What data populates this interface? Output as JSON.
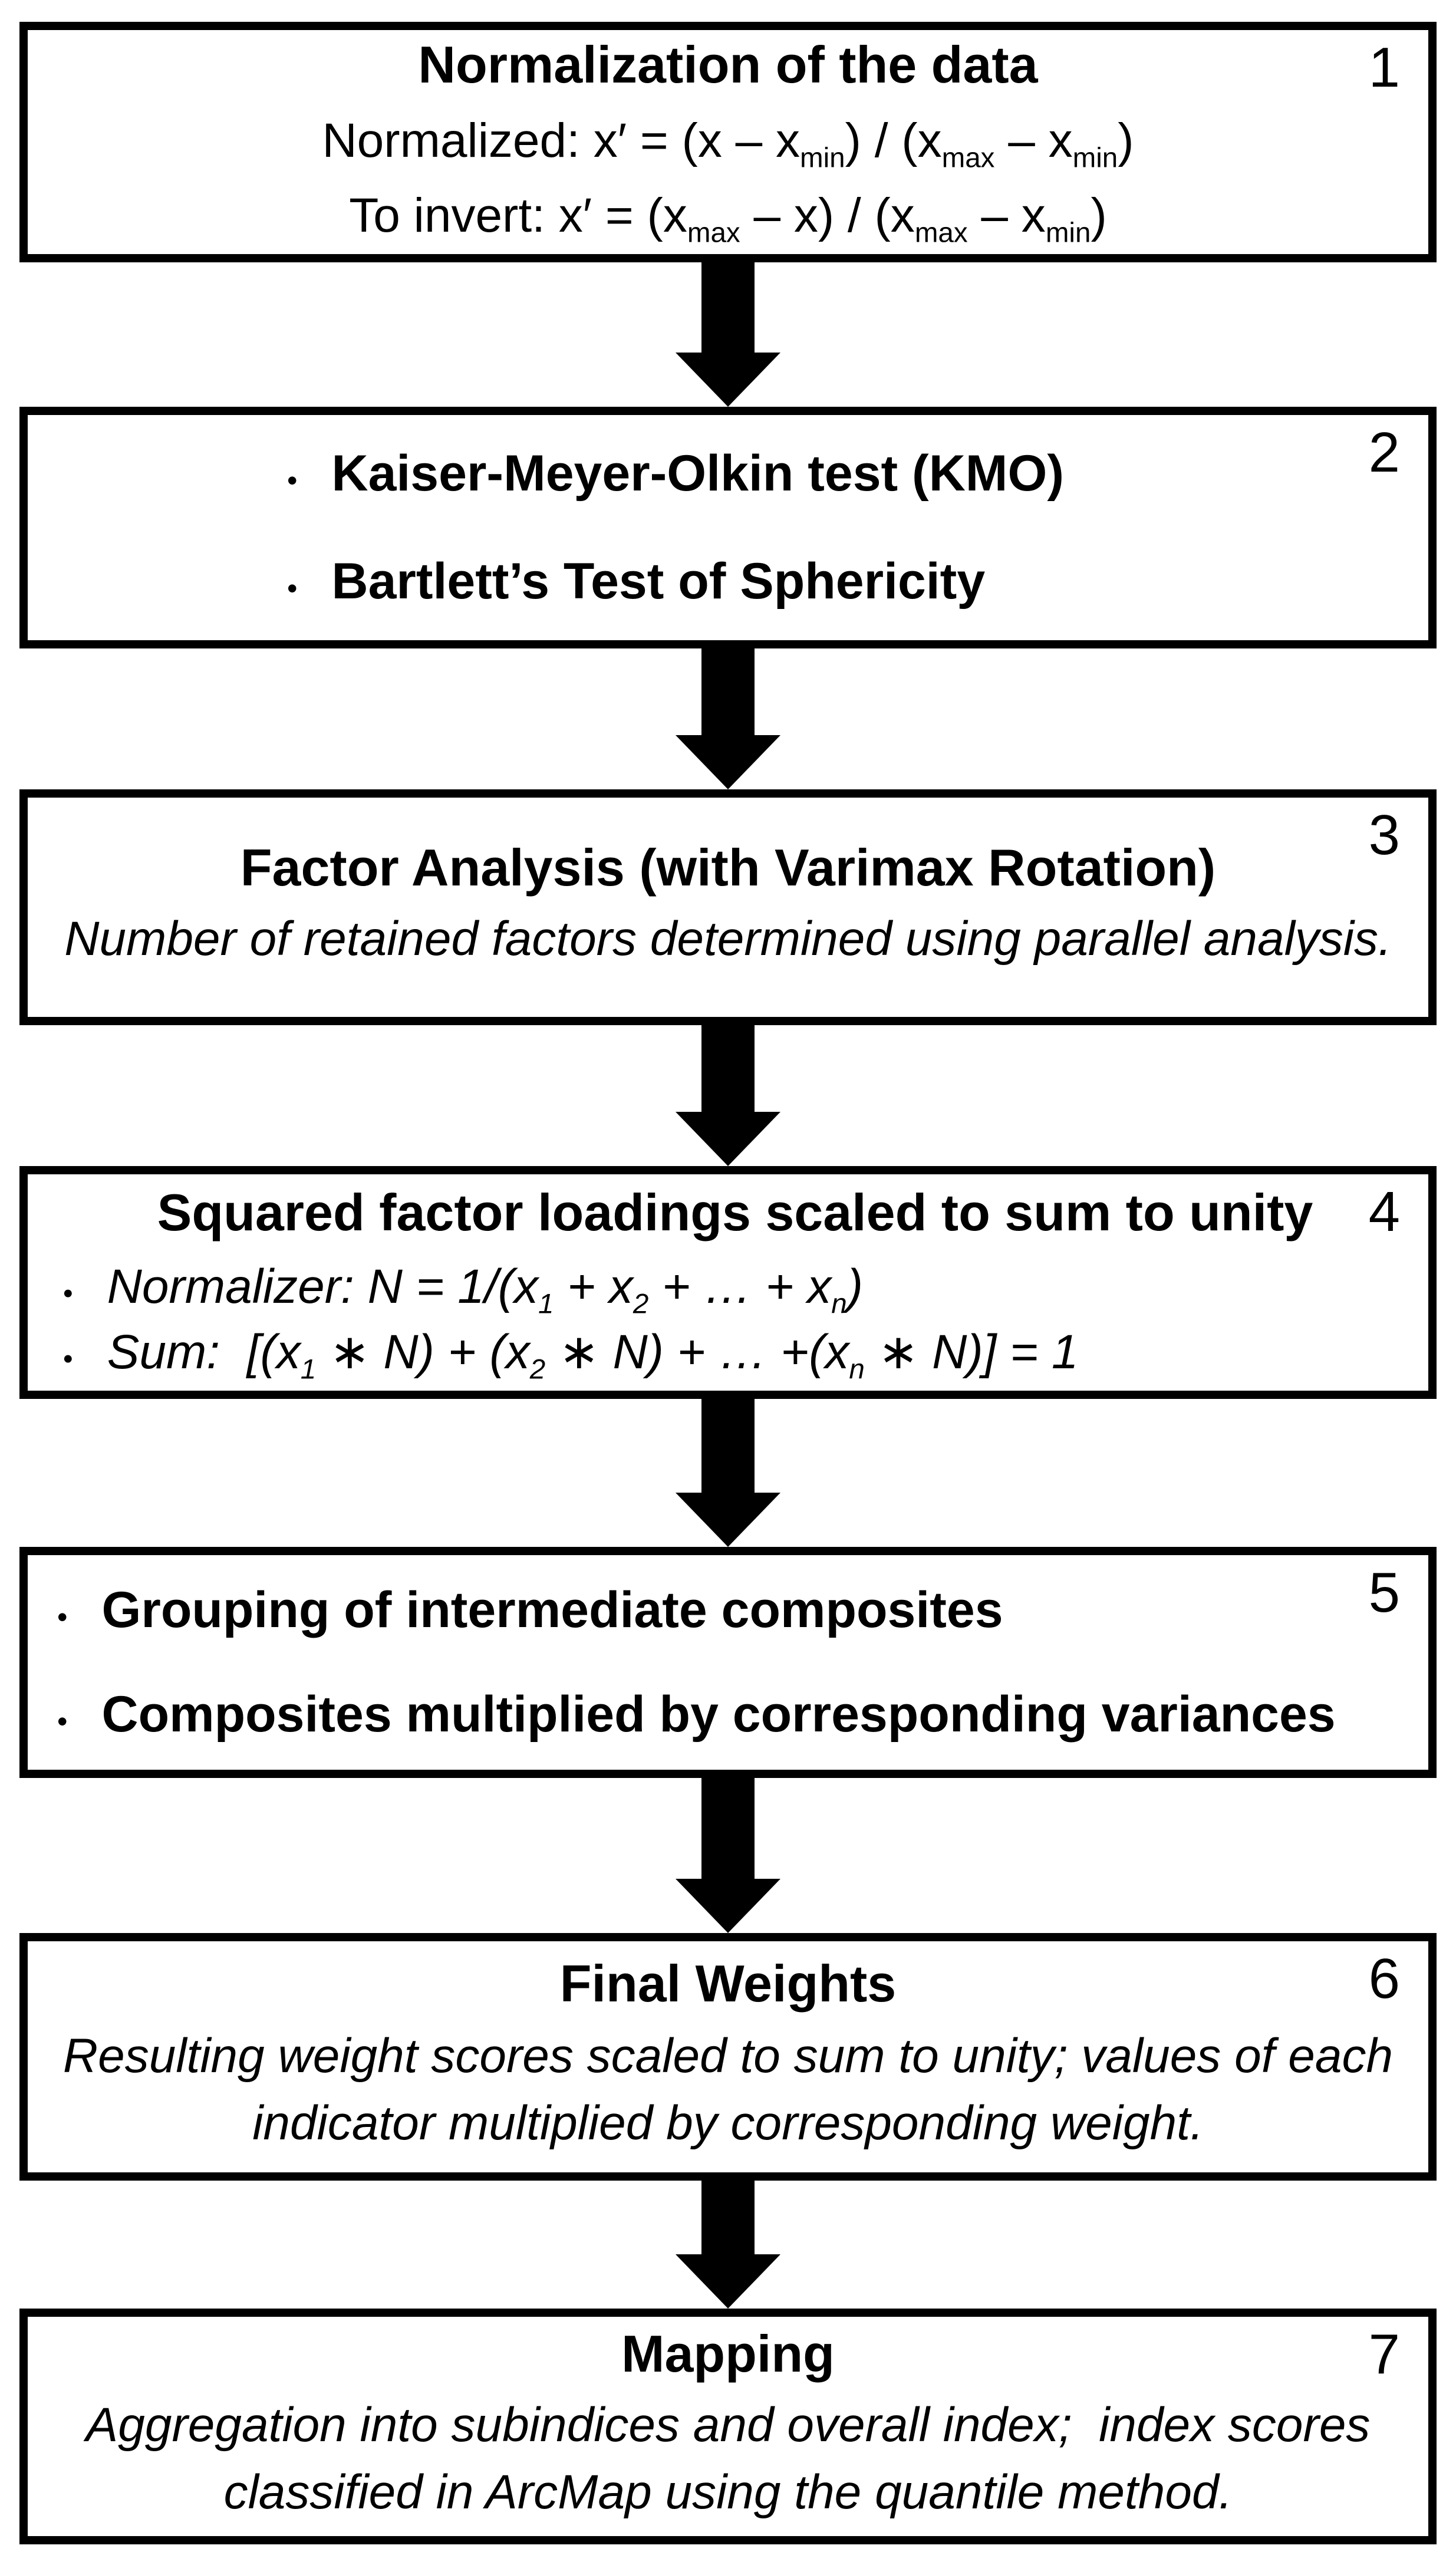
{
  "diagram": {
    "bullet_glyph": "•",
    "colors": {
      "ink": "#000000",
      "background": "#ffffff"
    },
    "boxes": [
      {
        "number": "1",
        "title": "Normalization of the data",
        "lines": [
          {
            "segments": [
              {
                "t": "Normalized: x′ = (x – x"
              },
              {
                "t": "min",
                "s": true
              },
              {
                "t": ") / (x"
              },
              {
                "t": "max",
                "s": true
              },
              {
                "t": " – x"
              },
              {
                "t": "min",
                "s": true
              },
              {
                "t": ")"
              }
            ]
          },
          {
            "segments": [
              {
                "t": "To invert: x′ = (x"
              },
              {
                "t": "max",
                "s": true
              },
              {
                "t": " – x) / (x"
              },
              {
                "t": "max",
                "s": true
              },
              {
                "t": " – x"
              },
              {
                "t": "min",
                "s": true
              },
              {
                "t": ")"
              }
            ]
          }
        ]
      },
      {
        "number": "2",
        "bullets": [
          "Kaiser-Meyer-Olkin test (KMO)",
          "Bartlett’s Test of Sphericity"
        ]
      },
      {
        "number": "3",
        "title": "Factor Analysis (with Varimax Rotation)",
        "paragraph": "Number of retained factors determined using parallel analysis."
      },
      {
        "number": "4",
        "title": "Squared factor loadings scaled to sum to unity",
        "bullets_rich": [
          {
            "segments": [
              {
                "t": "Normalizer: N = 1/(x"
              },
              {
                "t": "1",
                "s": true
              },
              {
                "t": " + x"
              },
              {
                "t": "2",
                "s": true
              },
              {
                "t": " + … + x"
              },
              {
                "t": "n",
                "s": true
              },
              {
                "t": ")"
              }
            ]
          },
          {
            "segments": [
              {
                "t": "Sum:  [(x"
              },
              {
                "t": "1",
                "s": true
              },
              {
                "t": " ∗ N) + (x"
              },
              {
                "t": "2",
                "s": true
              },
              {
                "t": " ∗ N) + … +(x"
              },
              {
                "t": "n",
                "s": true
              },
              {
                "t": " ∗ N)] = 1"
              }
            ]
          }
        ]
      },
      {
        "number": "5",
        "bullets": [
          "Grouping of intermediate composites",
          "Composites multiplied by corresponding variances"
        ]
      },
      {
        "number": "6",
        "title": "Final Weights",
        "paragraph": "Resulting weight scores scaled to sum to unity; values of each indicator multiplied by corresponding weight."
      },
      {
        "number": "7",
        "title": "Mapping",
        "paragraph": "Aggregation into subindices and overall index;  index scores classified in ArcMap using the quantile method."
      }
    ]
  }
}
